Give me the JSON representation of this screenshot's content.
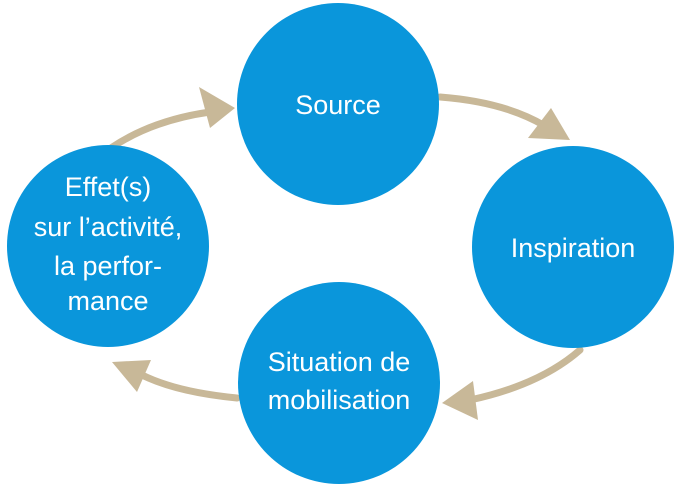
{
  "colors": {
    "node_fill": "#0a96db",
    "arrow": "#c8b898",
    "label": "#ffffff"
  },
  "nodes": {
    "source": {
      "line1": "Source"
    },
    "inspiration": {
      "line1": "Inspiration"
    },
    "situation": {
      "line1": "Situation de",
      "line2": "mobilisation"
    },
    "effets": {
      "line1": "Effet(s)",
      "line2": "sur l’activité,",
      "line3": "la perfor-",
      "line4": "mance"
    }
  }
}
